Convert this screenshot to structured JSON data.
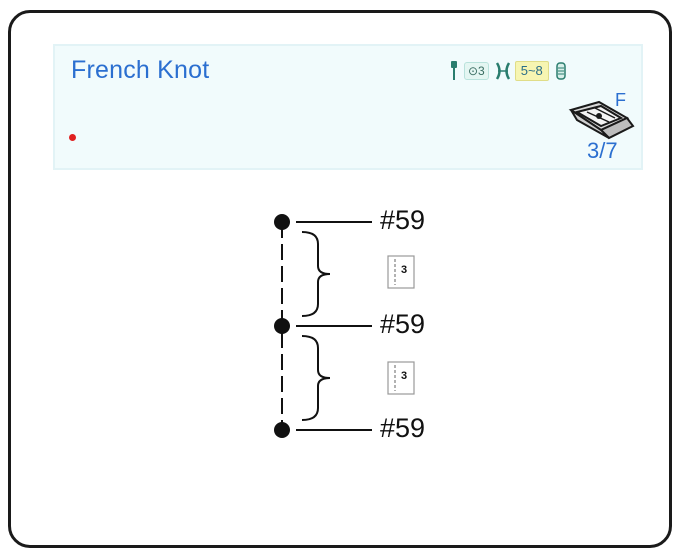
{
  "header": {
    "title": "French Knot",
    "twin_needle_badge": "⊙3",
    "stitch_length": "5~8",
    "presser_foot": "F",
    "step": "3/7"
  },
  "icons": {
    "needle": "single-needle-icon",
    "width": "stitch-width-icon",
    "tension": "tension-dial-icon",
    "foot": "presser-foot-icon",
    "status": "red-status-dot"
  },
  "diagram": {
    "points": [
      {
        "label": "#59"
      },
      {
        "label": "#59"
      },
      {
        "label": "#59"
      }
    ],
    "segments": [
      {
        "repeat": "3"
      },
      {
        "repeat": "3"
      }
    ]
  },
  "colors": {
    "accent": "#2b6fd0",
    "panel": "#f1fbfc",
    "status": "#e02020",
    "length_badge": "#f6f5b2"
  }
}
